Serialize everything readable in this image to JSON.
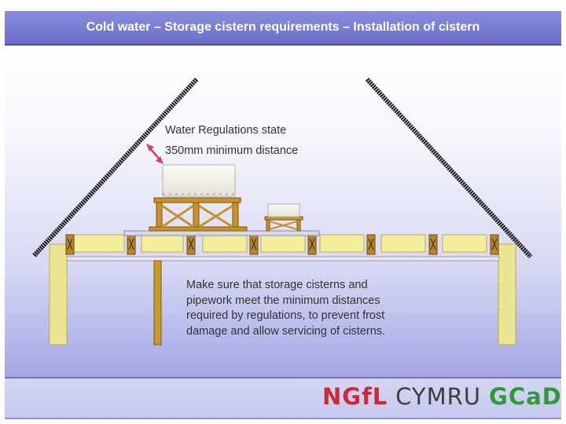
{
  "slide": {
    "title": "Cold water – Storage cistern requirements – Installation of cistern"
  },
  "diagram": {
    "regulation_line1": "Water Regulations state",
    "regulation_line2": "350mm minimum distance",
    "note": "Make sure that storage cisterns and pipework meet the minimum distances required by regulations, to prevent frost damage and allow servicing of cisterns."
  },
  "logo": {
    "part1": "NGfL",
    "part2": "CYMRU",
    "part3": "GCaD"
  },
  "colors": {
    "title_bar": "#7a7ed4",
    "joist": "#c89a2a",
    "insulation": "#f2ee9c",
    "cistern": "#f4f2ec",
    "arrow": "#d0406a",
    "logo_red": "#cc2a36",
    "logo_green": "#2f9a3c"
  }
}
